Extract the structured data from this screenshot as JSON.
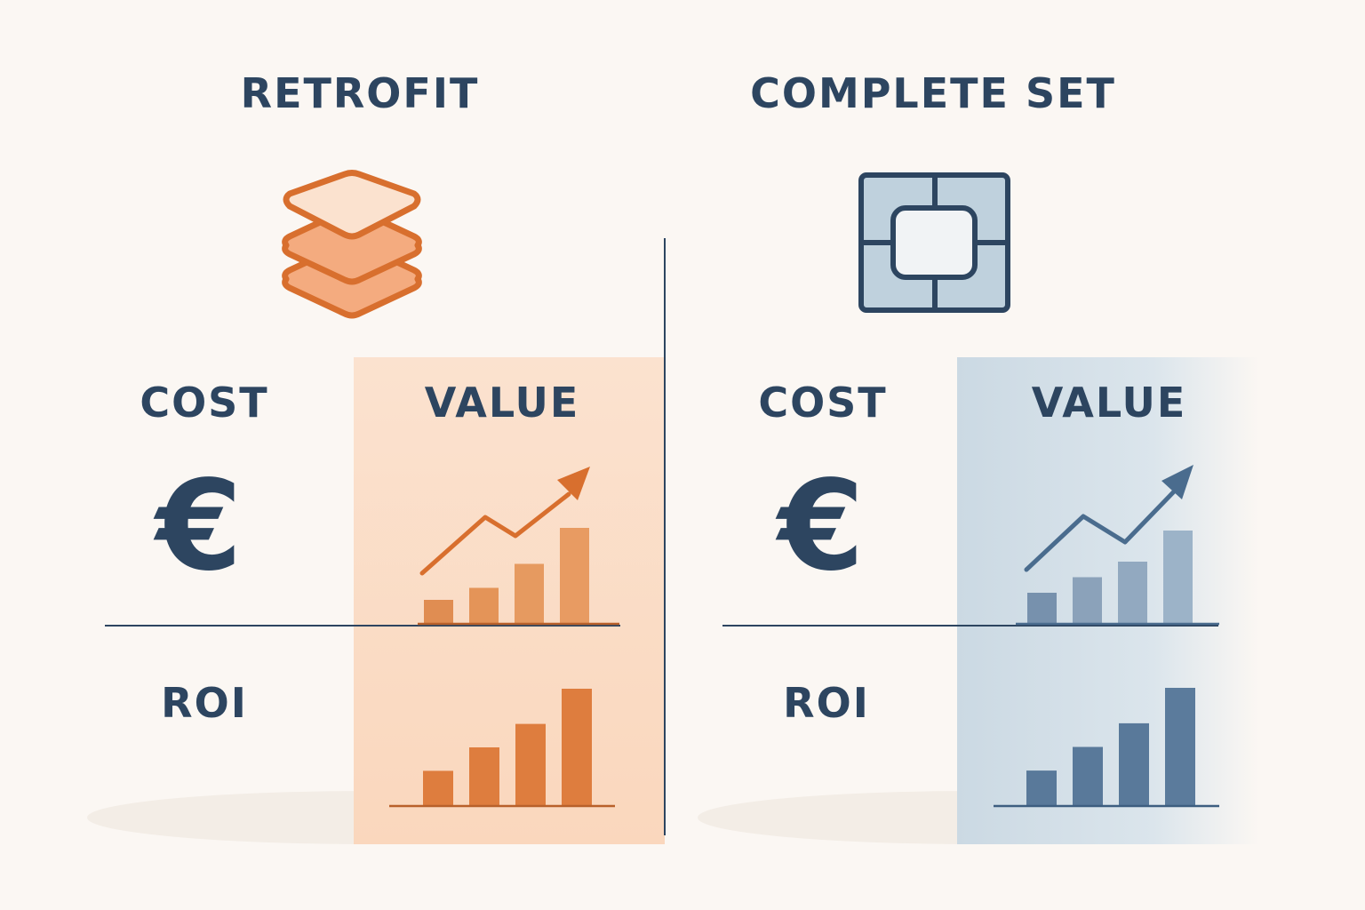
{
  "retrofit": {
    "title": "RETROFIT",
    "cost_label": "COST",
    "value_label": "VALUE",
    "roi_label": "ROI",
    "icon": "stacked-layers-icon",
    "accent": "#d86f2e",
    "light": "#fbe2cf",
    "value_bars": [
      0.2,
      0.3,
      0.5,
      0.8
    ],
    "roi_bars": [
      0.3,
      0.5,
      0.7,
      1.0
    ]
  },
  "complete_set": {
    "title": "COMPLETE SET",
    "cost_label": "COST",
    "value_label": "VALUE",
    "roi_label": "ROI",
    "icon": "window-frame-icon",
    "accent": "#4a6c8e",
    "light": "#cbd9e3",
    "value_bars": [
      0.2,
      0.3,
      0.4,
      0.6
    ],
    "roi_bars": [
      0.3,
      0.5,
      0.7,
      1.0
    ]
  },
  "cost_icon": "euro-icon",
  "cost_symbol": "€",
  "text_color": "#2d4560"
}
